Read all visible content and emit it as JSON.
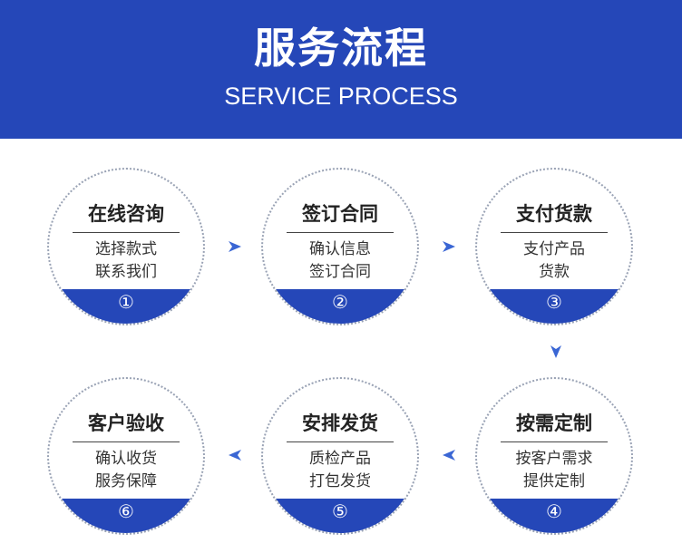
{
  "header": {
    "title": "服务流程",
    "subtitle": "SERVICE PROCESS"
  },
  "steps": [
    {
      "title": "在线咨询",
      "line1": "选择款式",
      "line2": "联系我们",
      "number": "①"
    },
    {
      "title": "签订合同",
      "line1": "确认信息",
      "line2": "签订合同",
      "number": "②"
    },
    {
      "title": "支付货款",
      "line1": "支付产品",
      "line2": "货款",
      "number": "③"
    },
    {
      "title": "按需定制",
      "line1": "按客户需求",
      "line2": "提供定制",
      "number": "④"
    },
    {
      "title": "安排发货",
      "line1": "质检产品",
      "line2": "打包发货",
      "number": "⑤"
    },
    {
      "title": "客户验收",
      "line1": "确认收货",
      "line2": "服务保障",
      "number": "⑥"
    }
  ],
  "arrows": [
    {
      "icon": "arrow-right-icon"
    },
    {
      "icon": "arrow-right-icon"
    },
    {
      "icon": "arrow-down-icon"
    },
    {
      "icon": "arrow-left-icon"
    },
    {
      "icon": "arrow-left-icon"
    }
  ],
  "colors": {
    "brand": "#2547b8",
    "arrow": "#3a66d4"
  }
}
